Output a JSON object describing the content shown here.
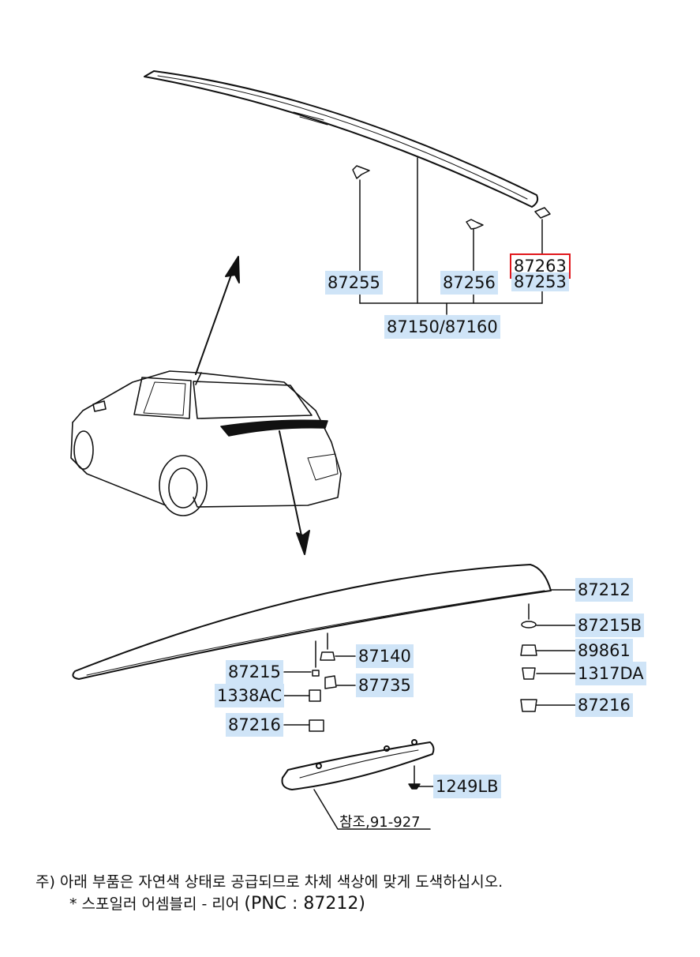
{
  "labels": {
    "p87255": "87255",
    "p87256": "87256",
    "p87263": "87263",
    "p87253": "87253",
    "p87150": "87150/87160",
    "p87212": "87212",
    "p87215B": "87215B",
    "p87140": "87140",
    "p89861": "89861",
    "p87215": "87215",
    "p1317DA": "1317DA",
    "p1338AC": "1338AC",
    "p87735": "87735",
    "p87216a": "87216",
    "p87216b": "87216",
    "p1249LB": "1249LB"
  },
  "reference": "참조,91-927",
  "note": {
    "line1": "주) 아래 부품은 자연색 상태로 공급되므로 차체 색상에 맞게 도색하십시오.",
    "line2_prefix": "* 스포일러 어셈블리 - 리어 ",
    "line2_pnc": "(PNC : 87212)"
  },
  "colors": {
    "label_bg": "#cfe4f7",
    "highlight": "#e0161b",
    "line": "#111111"
  }
}
